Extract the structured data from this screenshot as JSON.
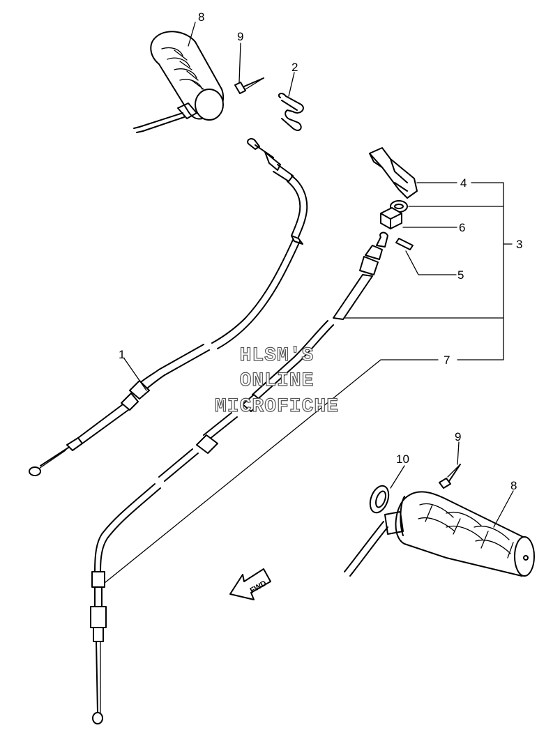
{
  "callouts": {
    "c1": "1",
    "c2": "2",
    "c3": "3",
    "c4": "4",
    "c5": "5",
    "c6": "6",
    "c7": "7",
    "c8_top": "8",
    "c8_bottom": "8",
    "c9_top": "9",
    "c9_bottom": "9",
    "c10": "10"
  },
  "watermark": {
    "line1": "HLSM'S",
    "line2": "ONLINE",
    "line3": "MICROFICHE"
  },
  "direction_arrow": {
    "label": "FWD"
  }
}
